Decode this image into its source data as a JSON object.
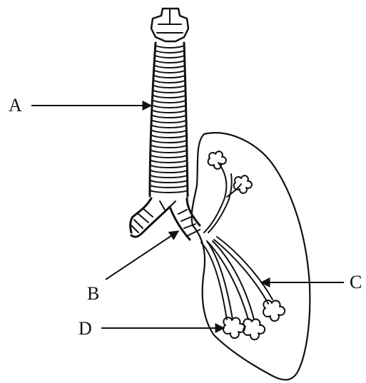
{
  "diagram": {
    "labels": {
      "A": "A",
      "B": "B",
      "C": "C",
      "D": "D"
    },
    "colors": {
      "ink": "#111111",
      "background": "#ffffff"
    }
  }
}
